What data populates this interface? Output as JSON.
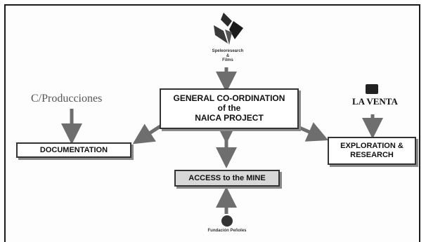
{
  "logos": {
    "top": {
      "icon": "diamond-shard-logo-icon",
      "caption_line1": "Speleoresearch",
      "caption_line2": "&",
      "caption_line3": "Films"
    },
    "left": {
      "text": "C/Producciones"
    },
    "right": {
      "icon": "dark-square-logo-icon",
      "text": "LA VENTA"
    },
    "bottom": {
      "icon": "round-logo-icon",
      "caption": "Fundación Peñoles"
    }
  },
  "boxes": {
    "center_line1": "GENERAL CO-ORDINATION",
    "center_line2": "of the",
    "center_line3": "NAICA PROJECT",
    "documentation": "DOCUMENTATION",
    "exploration_line1": "EXPLORATION &",
    "exploration_line2": "RESEARCH",
    "access": "ACCESS to the MINE"
  },
  "colors": {
    "arrow": "#6e6e6e",
    "border": "#333333",
    "gray_box": "#d8d8d8"
  }
}
